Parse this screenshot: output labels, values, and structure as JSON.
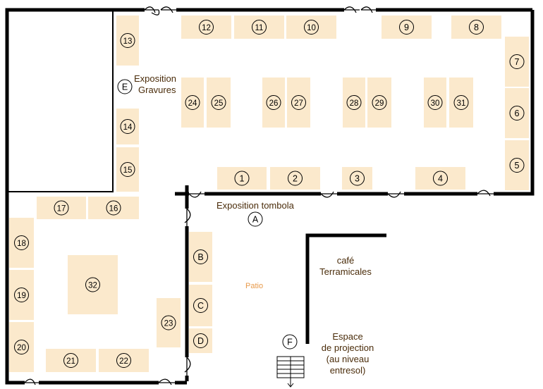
{
  "colors": {
    "wall": "#000000",
    "stand": "#fbe9cc",
    "text": "#4a2c0a",
    "patio": "#e89a4a"
  },
  "stands": [
    "1",
    "2",
    "3",
    "4",
    "5",
    "6",
    "7",
    "8",
    "9",
    "10",
    "11",
    "12",
    "13",
    "14",
    "15",
    "16",
    "17",
    "18",
    "19",
    "20",
    "21",
    "22",
    "23",
    "24",
    "25",
    "26",
    "27",
    "28",
    "29",
    "30",
    "31",
    "32",
    "B",
    "C",
    "D"
  ],
  "markers": {
    "E": "E",
    "A": "A",
    "F": "F"
  },
  "labels": {
    "expo_gravures": [
      "Exposition",
      "Gravures"
    ],
    "expo_tombola": "Exposition tombola",
    "cafe": [
      "café",
      "Terramicales"
    ],
    "patio": "Patio",
    "projection": [
      "Espace",
      "de projection",
      "(au niveau",
      "entresol)"
    ]
  }
}
